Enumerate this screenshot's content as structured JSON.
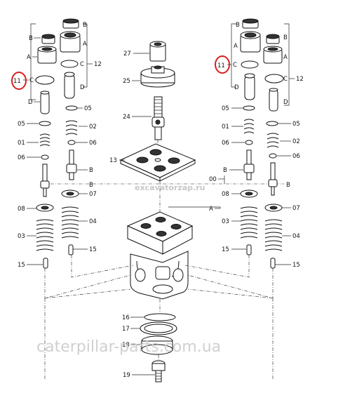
{
  "watermark_top": "excavatorzap.ru",
  "watermark_bottom": "caterpillar-parts.com.ua",
  "highlight_color": "#d81e1e",
  "callouts": {
    "left_11": "11",
    "right_11": "11",
    "n12_left": "12",
    "n12_right": "12",
    "n27": "27",
    "n25": "25",
    "n24": "24",
    "n13": "13",
    "n16": "16",
    "n17": "17",
    "n18": "18",
    "n19": "19",
    "n00": "00",
    "lB1": "B",
    "lA1": "A",
    "lC1": "C",
    "lD1": "D",
    "lB2": "B",
    "lA2": "A",
    "lC2": "C",
    "lD2": "D",
    "rB1": "B",
    "rA1": "A",
    "rC1": "C",
    "rD1": "D",
    "rB2": "B",
    "rA2": "A",
    "rC2": "C",
    "rD2": "D",
    "lm05a": "05",
    "lm05b": "05",
    "lm02": "02",
    "lm01": "01",
    "lm06a": "06",
    "lm06b": "06",
    "lmB1": "B",
    "lmB2": "B",
    "lm07": "07",
    "lm08": "08",
    "lm03": "03",
    "lm04": "04",
    "lm15a": "15",
    "lm15b": "15",
    "rm05a": "05",
    "rm05b": "05",
    "rm02": "02",
    "rm01": "01",
    "rm06a": "06",
    "rm06b": "06",
    "rmB1": "B",
    "rmB2": "B",
    "rm07": "07",
    "rm08": "08",
    "rm03": "03",
    "rm04": "04",
    "rm15a": "15",
    "rm15b": "15",
    "mA": "A"
  }
}
